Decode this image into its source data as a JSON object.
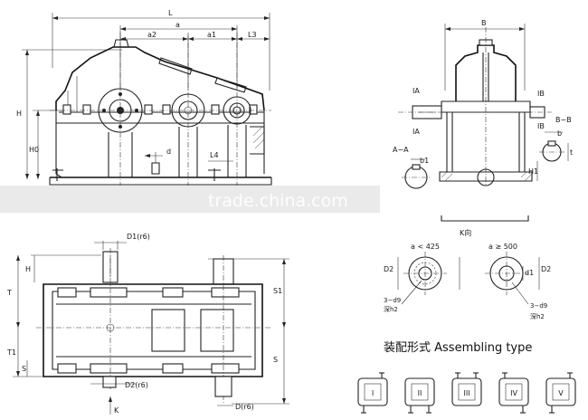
{
  "labels": {
    "L": "L",
    "a": "a",
    "a2": "a2",
    "a1": "a1",
    "L3": "L3",
    "H": "H",
    "H0": "H0",
    "d": "d",
    "L4": "L4",
    "B": "B",
    "IA_top": "IA",
    "IA_bot": "IA",
    "IB_top": "IB",
    "IB_bot": "IB",
    "BB": "B−B",
    "b": "b",
    "t": "t",
    "AA": "A−A",
    "b1": "b1",
    "H1": "H1",
    "K_dir": "K向",
    "D1": "D1(r6)",
    "D2": "D2(r6)",
    "D": "D(r6)",
    "Hp": "H",
    "T": "T",
    "T1": "T1",
    "S": "S",
    "S1": "S1",
    "S_small": "S",
    "K": "K",
    "a425": "a < 425",
    "a500": "a ≥ 500",
    "D2c": "D2",
    "D2d": "D2",
    "d1": "d1",
    "d9_1": "3−d9",
    "h2_1": "深h2",
    "d9_2": "3−d9",
    "h2_2": "深h2"
  },
  "assembly_title": "装配形式  Assembling type",
  "types": [
    "I",
    "II",
    "III",
    "IV",
    "V"
  ],
  "watermark": "trade.china.com"
}
